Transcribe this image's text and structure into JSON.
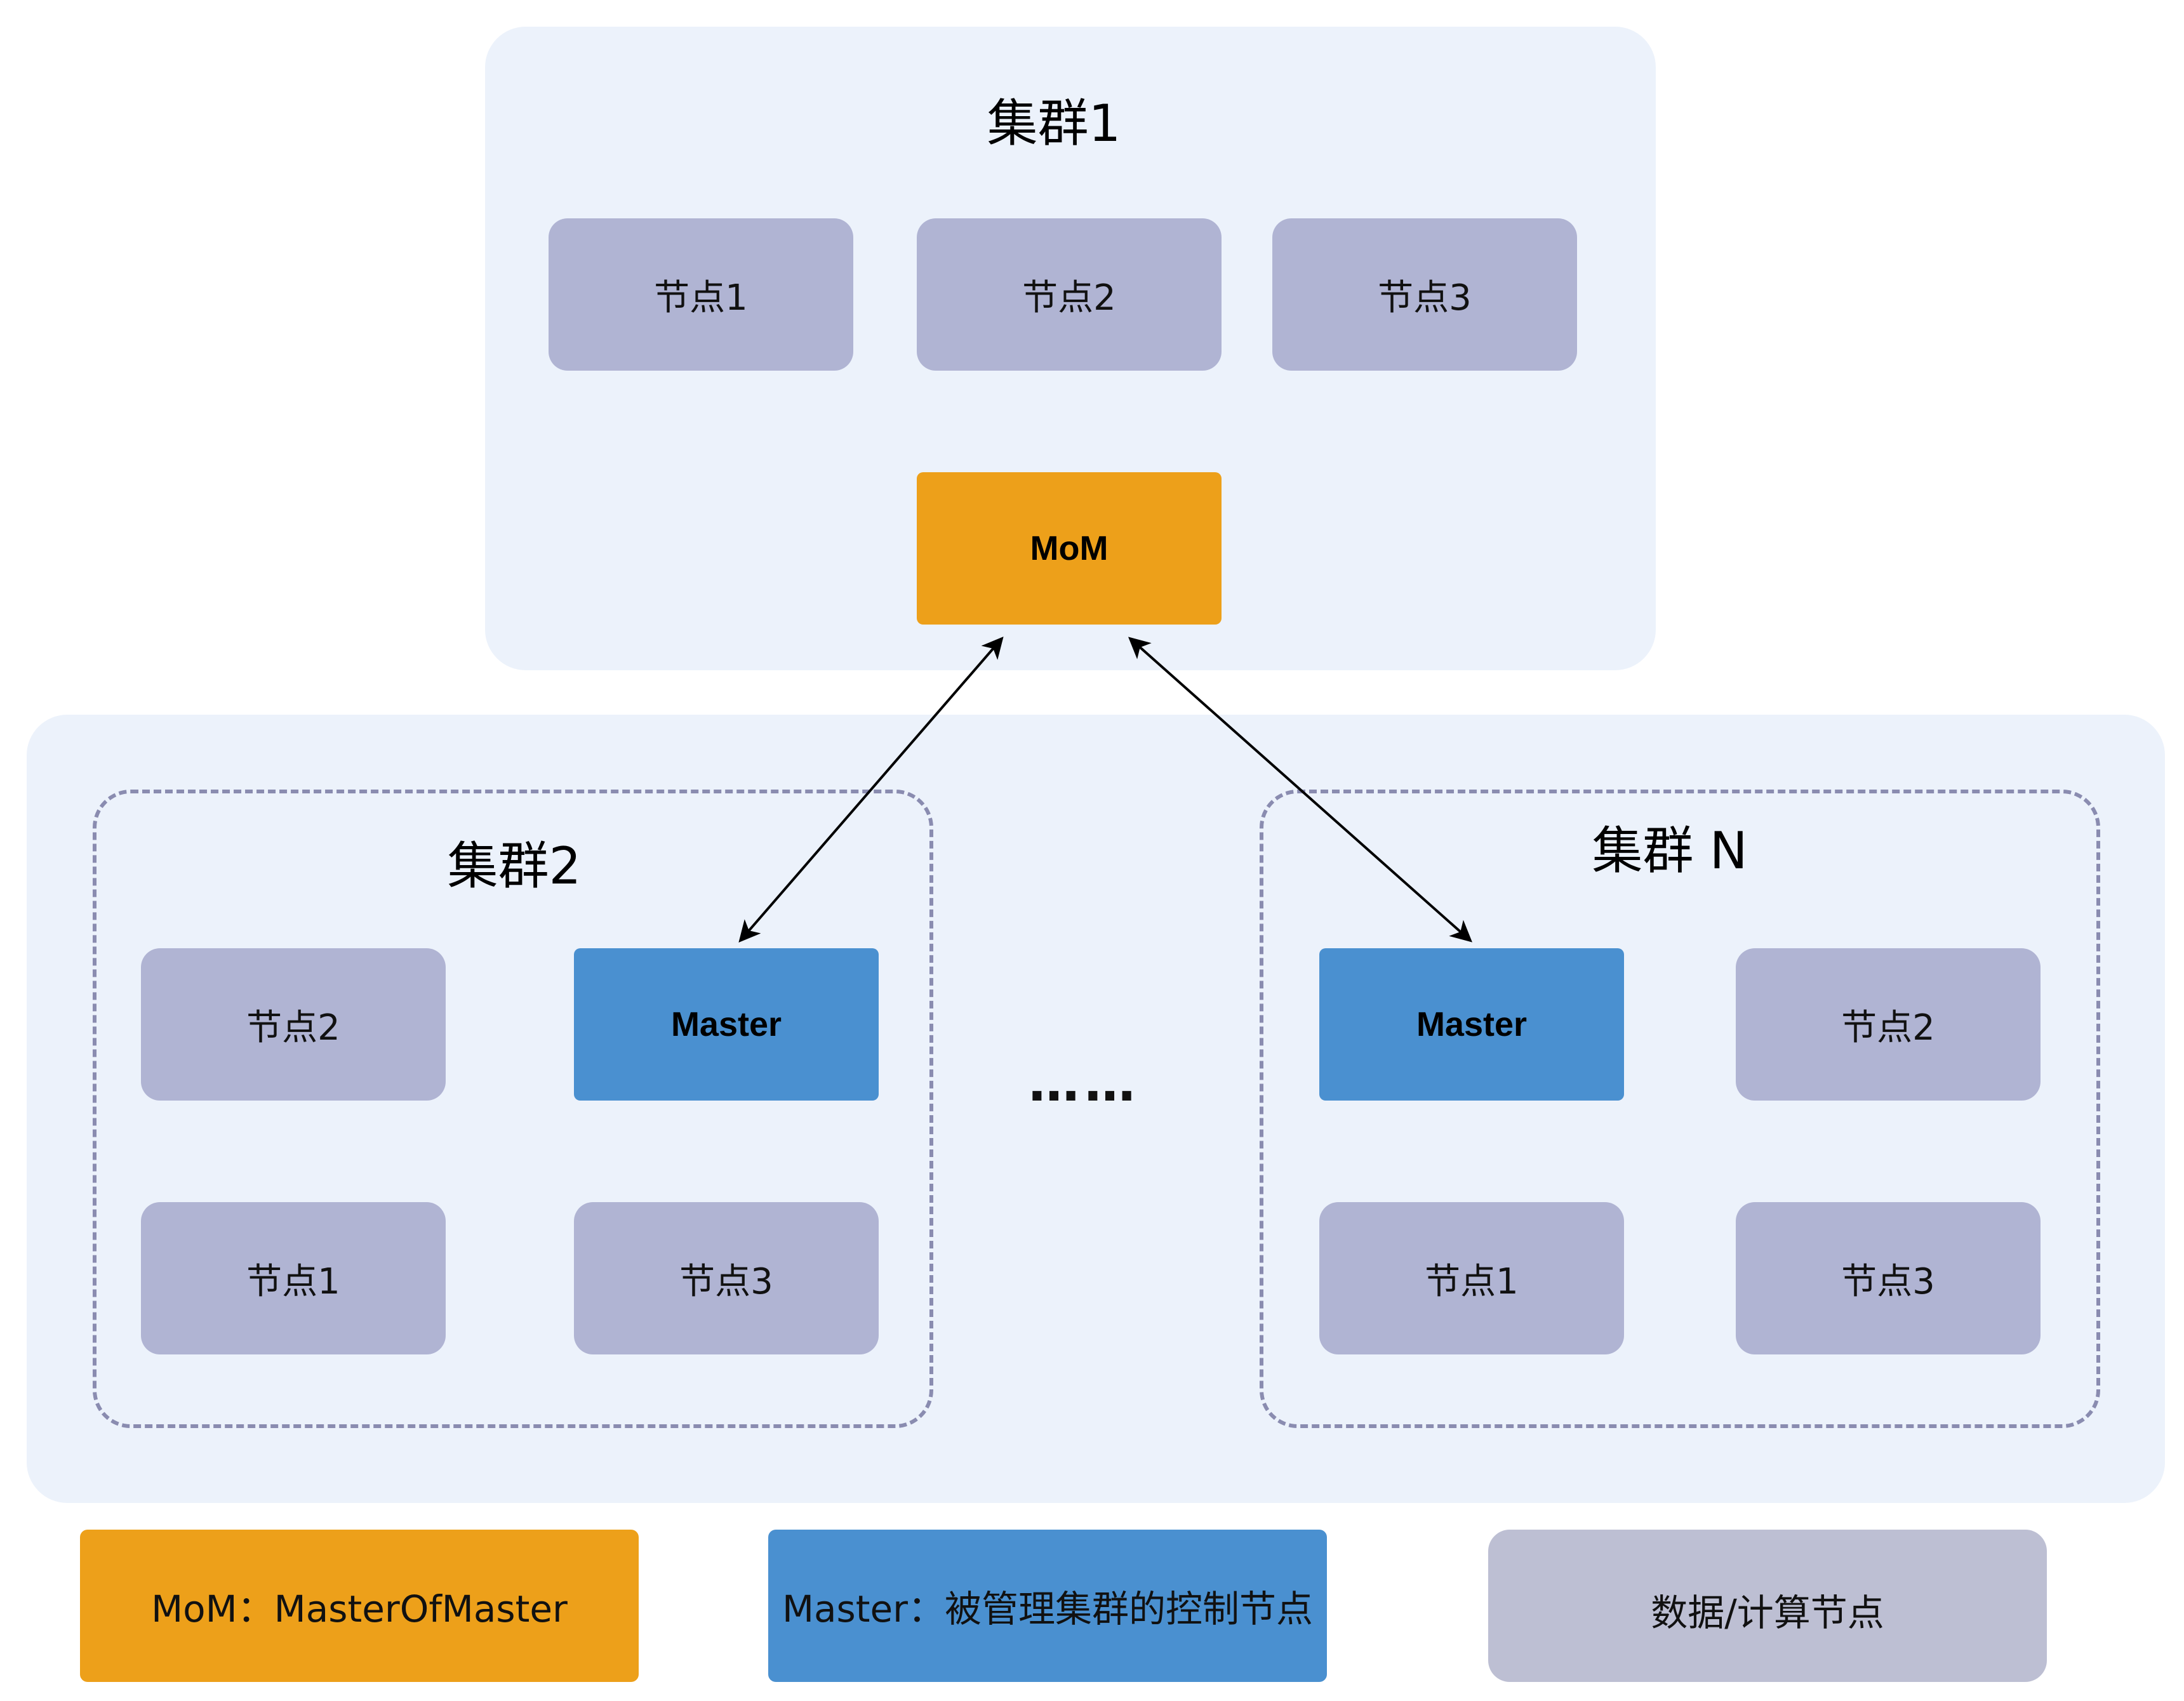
{
  "cluster1": {
    "title": "集群1",
    "nodes": [
      "节点1",
      "节点2",
      "节点3"
    ],
    "mom_label": "MoM"
  },
  "cluster2": {
    "title": "集群2",
    "master_label": "Master",
    "nodes": [
      "节点2",
      "节点1",
      "节点3"
    ]
  },
  "clusterN": {
    "title": "集群 N",
    "master_label": "Master",
    "nodes": [
      "节点2",
      "节点1",
      "节点3"
    ]
  },
  "ellipsis": "……",
  "legend": {
    "mom": "MoM：MasterOfMaster",
    "master": "Master：被管理集群的控制节点",
    "data": "数据/计算节点"
  },
  "colors": {
    "mom": "#eda01a",
    "master": "#4a90d0",
    "node": "#b0b4d3",
    "panel": "#ecf2fb",
    "dashed_border": "#8a8cb0"
  }
}
